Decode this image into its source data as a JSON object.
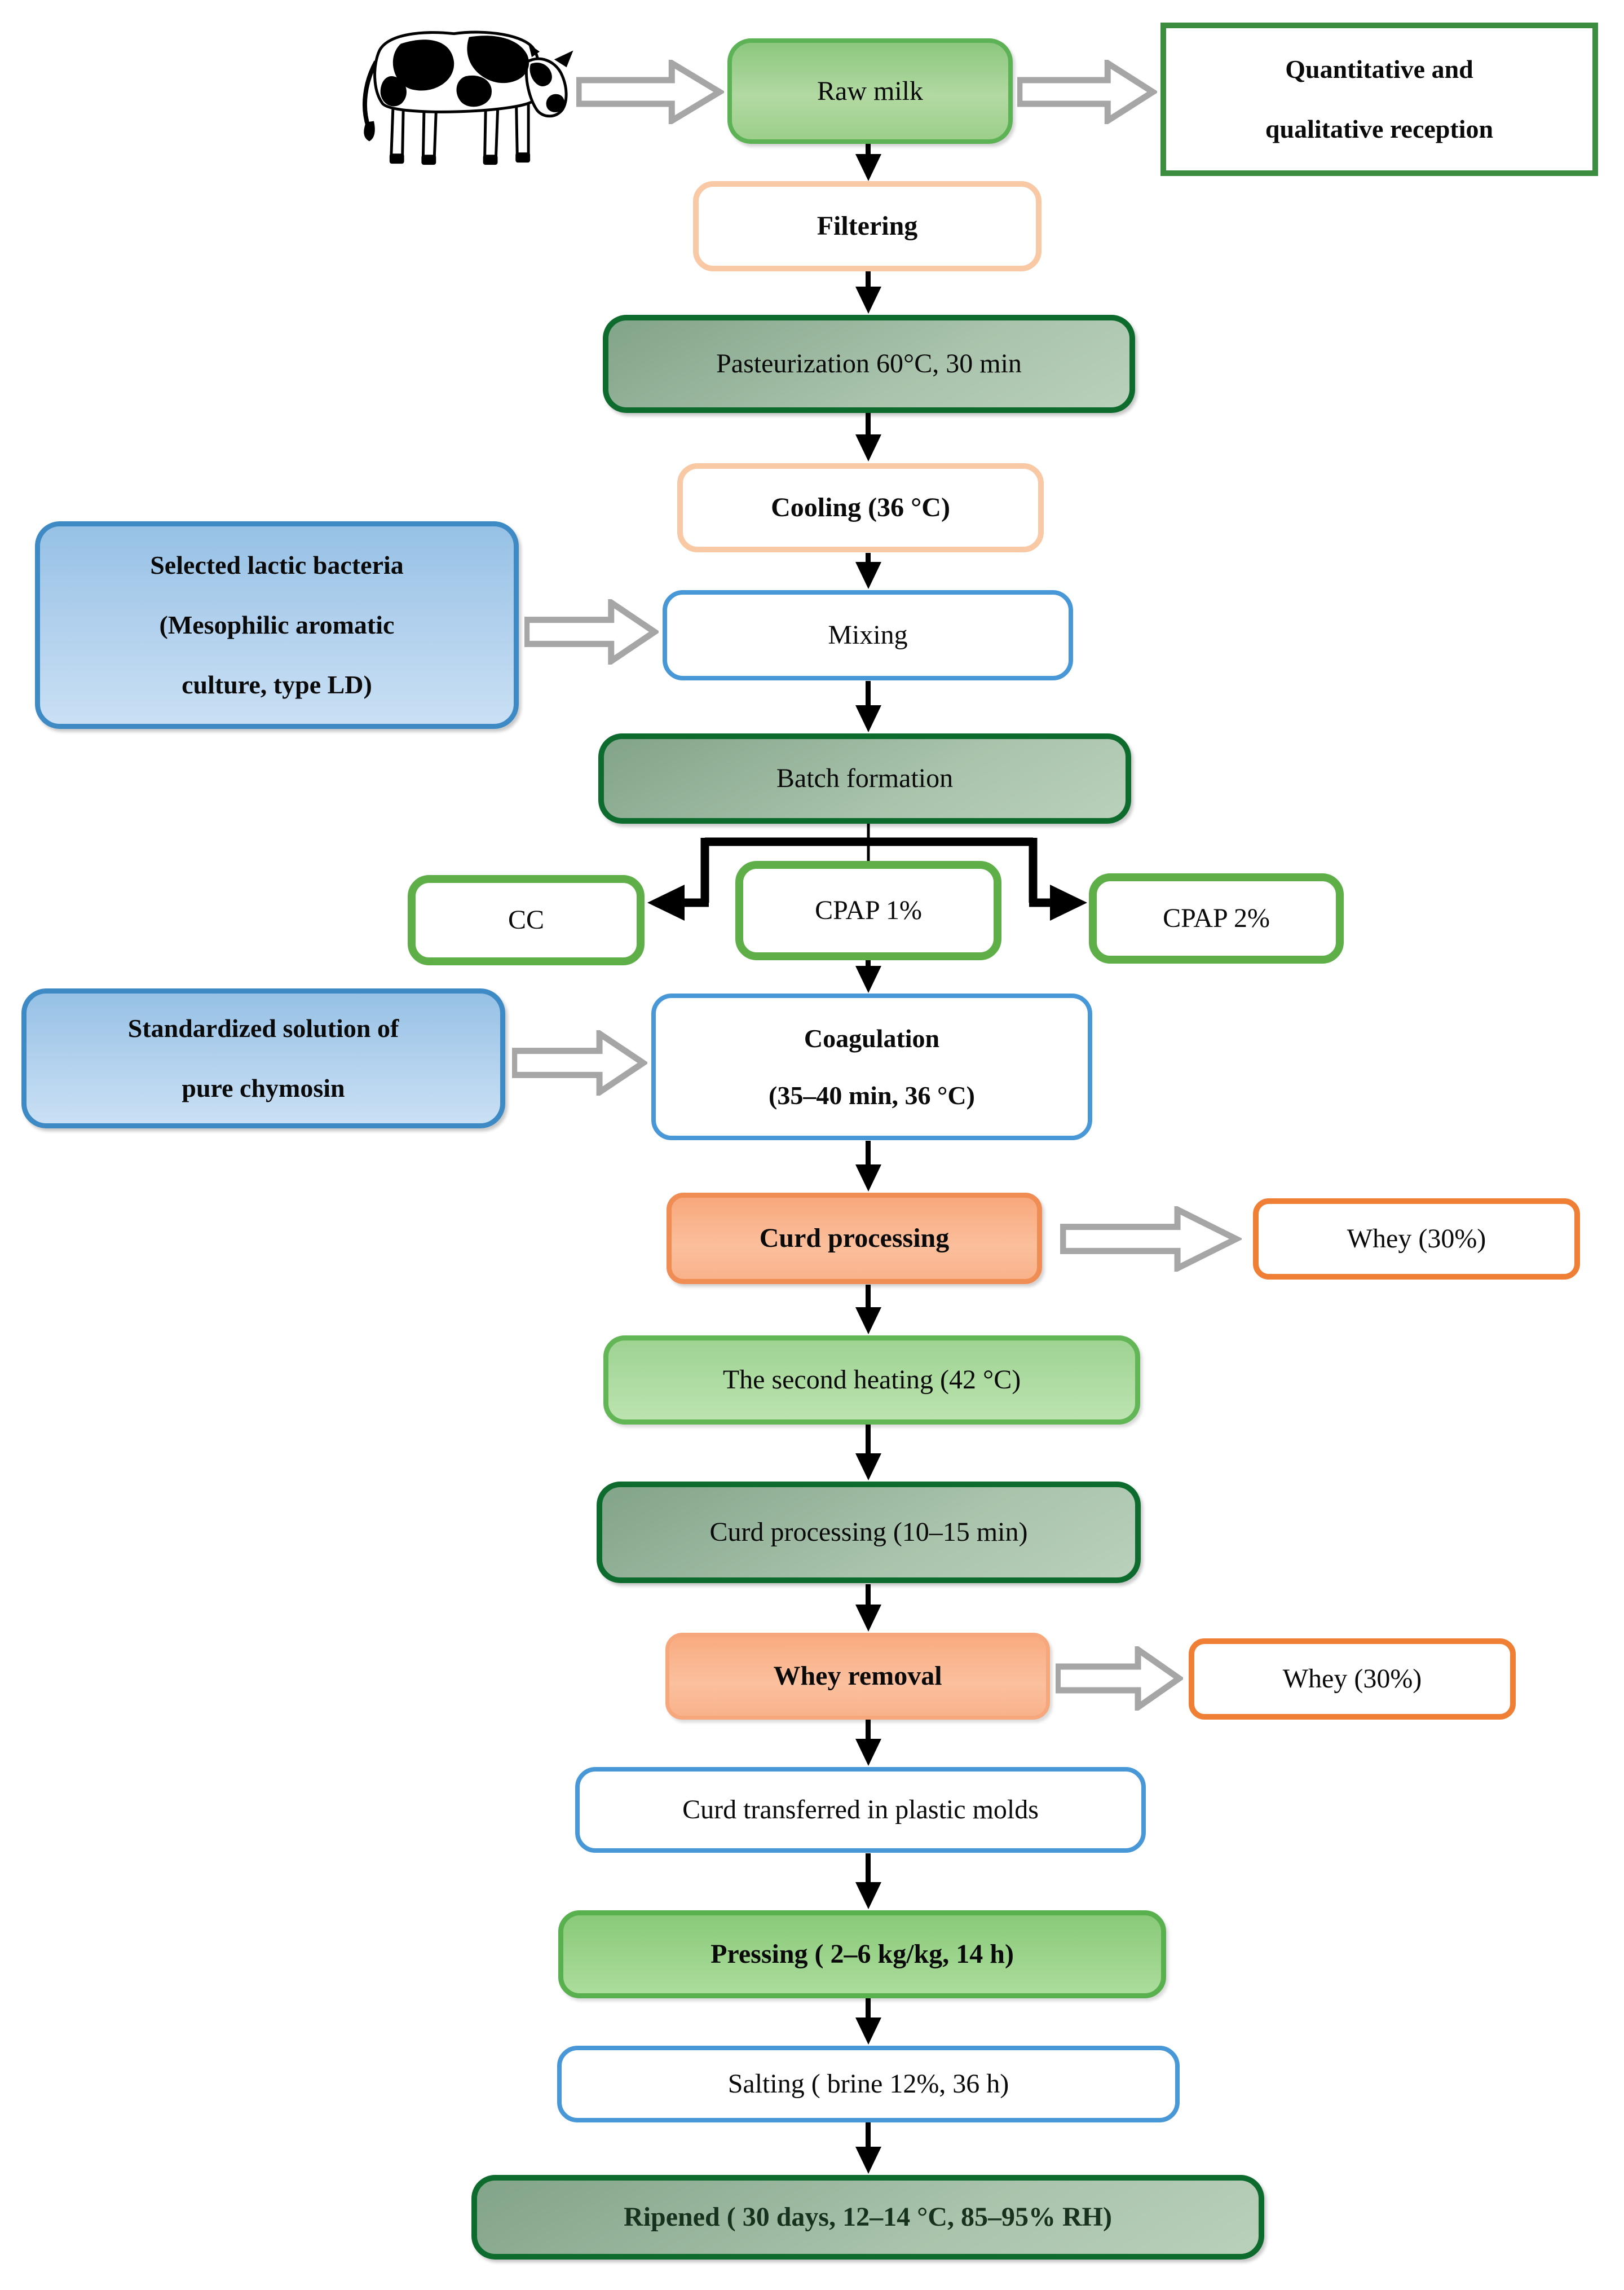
{
  "flowchart": {
    "nodes": {
      "raw_milk": {
        "label": "Raw milk"
      },
      "reception": {
        "label": "Quantitative and\nqualitative reception"
      },
      "filtering": {
        "label": "Filtering"
      },
      "pasteurization": {
        "label": "Pasteurization 60°C, 30 min"
      },
      "cooling": {
        "label": "Cooling (36 °C)"
      },
      "lactic_bacteria": {
        "label": "Selected lactic bacteria\n(Mesophilic aromatic\nculture, type LD)"
      },
      "mixing": {
        "label": "Mixing"
      },
      "batch_formation": {
        "label": "Batch formation"
      },
      "cc": {
        "label": "CC"
      },
      "cpap1": {
        "label": "CPAP 1%"
      },
      "cpap2": {
        "label": "CPAP 2%"
      },
      "chymosin": {
        "label": "Standardized solution of\npure chymosin"
      },
      "coagulation": {
        "label": "Coagulation\n(35–40 min, 36 °C)"
      },
      "curd_processing": {
        "label": "Curd processing"
      },
      "whey_1": {
        "label": "Whey (30%)"
      },
      "second_heating": {
        "label": "The second heating (42 °C)"
      },
      "curd_processing_2": {
        "label": "Curd processing (10–15 min)"
      },
      "whey_removal": {
        "label": "Whey removal"
      },
      "whey_2": {
        "label": "Whey (30%)"
      },
      "plastic_molds": {
        "label": "Curd transferred in plastic molds"
      },
      "pressing": {
        "label": "Pressing ( 2–6 kg/kg, 14 h)"
      },
      "salting": {
        "label": "Salting ( brine 12%, 36 h)"
      },
      "ripened": {
        "label": "Ripened ( 30 days, 12–14 °C, 85–95% RH)"
      }
    },
    "icons": {
      "cow": "cow-silhouette-icon",
      "flow_arrow": "block-arrow-right-icon",
      "down_arrow": "arrow-down-icon"
    },
    "colors": {
      "green_box_fill": "#9ccf8a",
      "green_box_border": "#5cb254",
      "reception_border": "#3c8d40",
      "dark_green_border": "#0c6b2d",
      "sage_fill": "#a9c3ac",
      "peach_border": "#f8c9a4",
      "blue_fill": "#a9cdec",
      "blue_border": "#4898d8",
      "cpap_border": "#5faf49",
      "salmon_fill": "#f8a87c",
      "orange_border": "#ef7f35",
      "light_green_fill": "#aad89e",
      "arrow_gray": "#a6a6a6",
      "arrow_black": "#000000"
    }
  }
}
